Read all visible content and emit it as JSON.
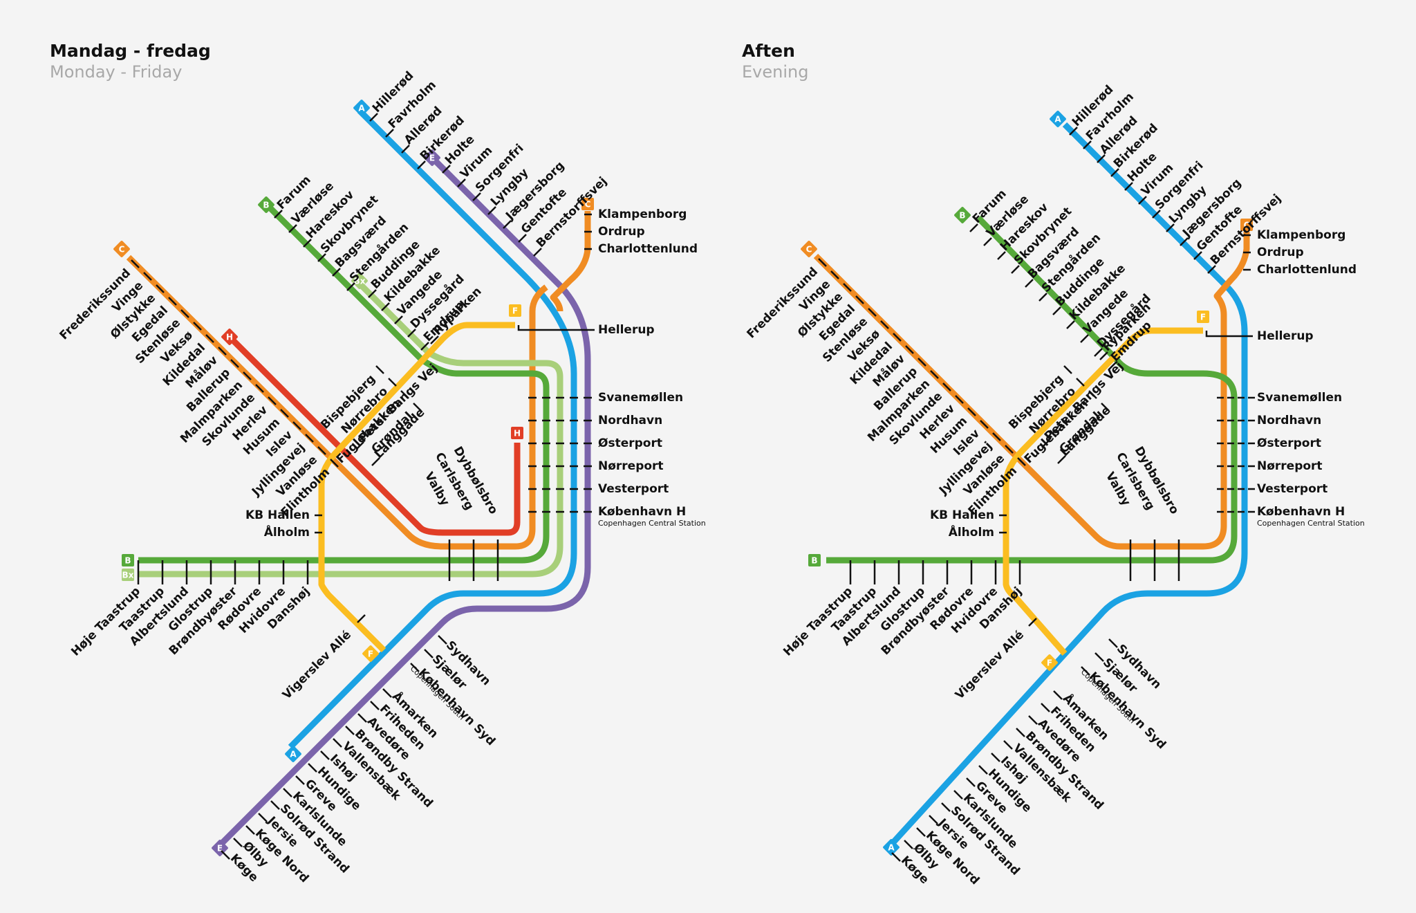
{
  "colors": {
    "A": "#1ba2e3",
    "B": "#56a93a",
    "Bx": "#a8cf7a",
    "C": "#f08c23",
    "E": "#7b64ab",
    "F": "#fbbd21",
    "H": "#e13e26"
  },
  "left": {
    "title": "Mandag - fredag",
    "subtitle": "Monday - Friday",
    "badges": {
      "A": "A",
      "B": "B",
      "Bx": "Bx",
      "C": "C",
      "E": "E",
      "F": "F",
      "H": "H"
    },
    "a_north": [
      "Hillerød",
      "Favrholm",
      "Allerød",
      "Birkerød"
    ],
    "e_north": [
      "Holte",
      "Virum",
      "Sorgenfri",
      "Lyngby",
      "Jægersborg",
      "Gentofte",
      "Bernstorffsvej"
    ],
    "b_north": [
      "Farum",
      "Værløse",
      "Hareskov",
      "Skovbrynet",
      "Bagsværd",
      "Stengården"
    ],
    "bx_north": [
      "Buddinge",
      "Kildebakke",
      "Vangede",
      "Dyssegård",
      "Emdrup"
    ],
    "ryparken": "Ryparken",
    "c_north": [
      "Klampenborg",
      "Ordrup",
      "Charlottenlund"
    ],
    "hellerup": "Hellerup",
    "c_west": [
      "Frederikssund",
      "Vinge",
      "Ølstykke",
      "Egedal",
      "Stenløse",
      "Veksø",
      "Kildedal",
      "Måløv",
      "Ballerup",
      "Malmparken",
      "Skovlunde",
      "Herlev",
      "Husum",
      "Islev",
      "Jyllingevej",
      "Vanløse",
      "Flintholm"
    ],
    "f_north": [
      "Bispebjerg",
      "Nørrebro",
      "Fuglebakken",
      "Grøndal"
    ],
    "f_mid": [
      "Peter Bangs Vej",
      "Langgade"
    ],
    "valby": [
      "Dybbølsbro",
      "Carlsberg",
      "Valby"
    ],
    "core": [
      "Svanemøllen",
      "Nordhavn",
      "Østerport",
      "Nørreport",
      "Vesterport",
      "København H"
    ],
    "copenhagen_central": "Copenhagen Central Station",
    "f_south_kb": [
      "KB Hallen",
      "Ålholm"
    ],
    "b_west": [
      "Høje Taastrup",
      "Taastrup",
      "Albertslund",
      "Glostrup",
      "Brøndbyøster",
      "Rødovre",
      "Hvidovre",
      "Danshøj"
    ],
    "vigerslev": "Vigerslev Allé",
    "south_main": [
      "Sydhavn",
      "Sjælør",
      "København Syd"
    ],
    "copenhagen_south": "Copenhagen South",
    "a_south": [
      "Åmarken",
      "Friheden",
      "Avedøre",
      "Brøndby Strand",
      "Vallensbæk",
      "Ishøj",
      "Hundige",
      "Greve",
      "Karlslunde",
      "Solrød Strand",
      "Jersie",
      "Køge Nord",
      "Ølby",
      "Køge"
    ]
  },
  "right": {
    "title": "Aften",
    "subtitle": "Evening",
    "badges": {
      "A": "A",
      "B": "B",
      "C": "C",
      "F": "F"
    },
    "a_north": [
      "Hillerød",
      "Favrholm",
      "Allerød",
      "Birkerød",
      "Holte",
      "Virum",
      "Sorgenfri",
      "Lyngby",
      "Jægersborg",
      "Gentofte",
      "Bernstorffsvej"
    ],
    "b_north": [
      "Farum",
      "Værløse",
      "Hareskov",
      "Skovbrynet",
      "Bagsværd",
      "Stengården",
      "Buddinge",
      "Kildebakke",
      "Vangede",
      "Dyssegård",
      "Emdrup"
    ],
    "ryparken": "Ryparken",
    "c_north": [
      "Klampenborg",
      "Ordrup",
      "Charlottenlund"
    ],
    "hellerup": "Hellerup",
    "c_west": [
      "Frederikssund",
      "Vinge",
      "Ølstykke",
      "Egedal",
      "Stenløse",
      "Veksø",
      "Kildedal",
      "Måløv",
      "Ballerup",
      "Malmparken",
      "Skovlunde",
      "Herlev",
      "Husum",
      "Islev",
      "Jyllingevej",
      "Vanløse",
      "Flintholm"
    ],
    "f_north": [
      "Bispebjerg",
      "Nørrebro",
      "Fuglebakken",
      "Grøndal"
    ],
    "f_mid": [
      "Peter Bangs Vej",
      "Langgade"
    ],
    "valby": [
      "Dybbølsbro",
      "Carlsberg",
      "Valby"
    ],
    "core": [
      "Svanemøllen",
      "Nordhavn",
      "Østerport",
      "Nørreport",
      "Vesterport",
      "København H"
    ],
    "copenhagen_central": "Copenhagen Central Station",
    "f_south_kb": [
      "KB Hallen",
      "Ålholm"
    ],
    "b_west": [
      "Høje Taastrup",
      "Taastrup",
      "Albertslund",
      "Glostrup",
      "Brøndbyøster",
      "Rødovre",
      "Hvidovre",
      "Danshøj"
    ],
    "vigerslev": "Vigerslev Allé",
    "south_main": [
      "Sydhavn",
      "Sjælør",
      "København Syd"
    ],
    "copenhagen_south": "Copenhagen South",
    "a_south": [
      "Åmarken",
      "Friheden",
      "Avedøre",
      "Brøndby Strand",
      "Vallensbæk",
      "Ishøj",
      "Hundige",
      "Greve",
      "Karlslunde",
      "Solrød Strand",
      "Jersie",
      "Køge Nord",
      "Ølby",
      "Køge"
    ]
  }
}
